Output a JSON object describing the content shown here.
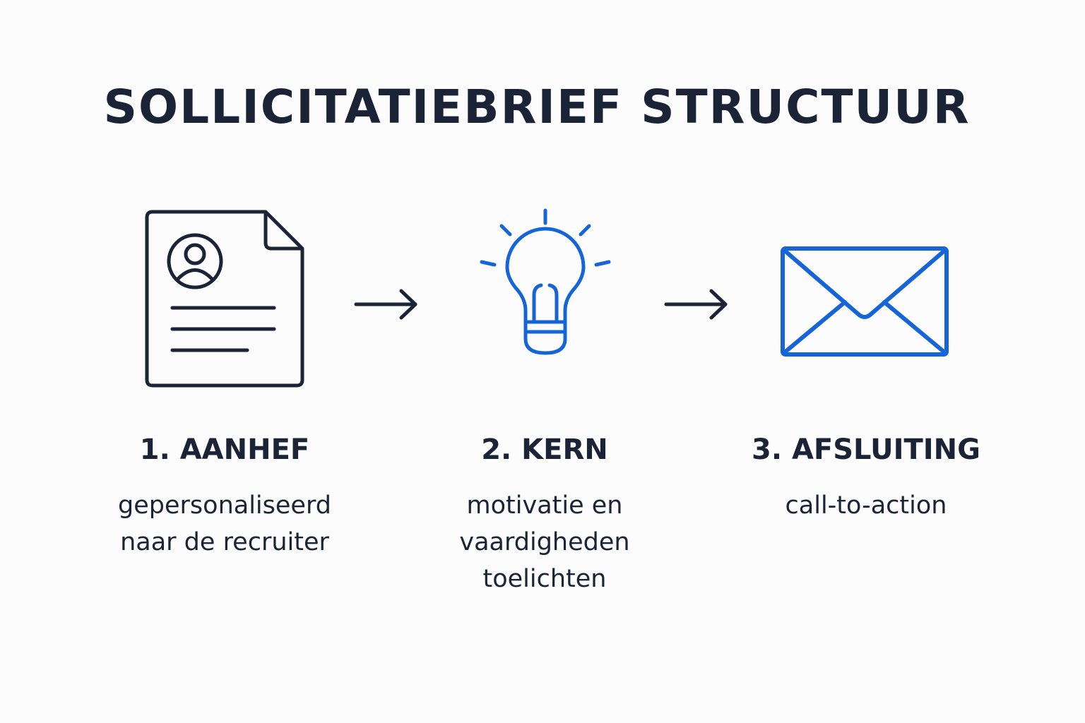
{
  "title": "SOLLICITATIEBRIEF STRUCTUUR",
  "colors": {
    "dark": "#1b2437",
    "accent": "#1565d8"
  },
  "steps": [
    {
      "icon": "resume-document-icon",
      "title": "1. AANHEF",
      "description": [
        "gepersonaliseerd",
        "naar de recruiter"
      ]
    },
    {
      "icon": "lightbulb-icon",
      "title": "2. KERN",
      "description": [
        "motivatie en",
        "vaardigheden",
        "toelichten"
      ]
    },
    {
      "icon": "envelope-icon",
      "title": "3. AFSLUITING",
      "description": [
        "call-to-action"
      ]
    }
  ]
}
